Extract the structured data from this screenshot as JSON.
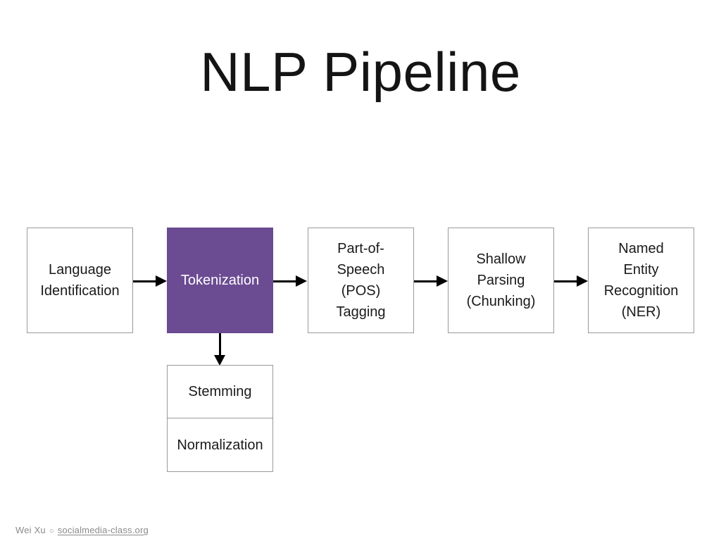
{
  "slide": {
    "title": "NLP Pipeline",
    "background_color": "#ffffff",
    "highlight_color": "#6b4b92",
    "box_border_color": "#9a9a9a",
    "arrow_color": "#000000"
  },
  "diagram": {
    "type": "flow-pipeline",
    "stages": [
      {
        "id": "language-identification",
        "label": "Language\nIdentification",
        "highlighted": false
      },
      {
        "id": "tokenization",
        "label": "Tokenization",
        "highlighted": true
      },
      {
        "id": "pos-tagging",
        "label": "Part-of-\nSpeech\n(POS)\nTagging",
        "highlighted": false
      },
      {
        "id": "shallow-parsing",
        "label": "Shallow\nParsing\n(Chunking)",
        "highlighted": false
      },
      {
        "id": "ner",
        "label": "Named\nEntity\nRecognition\n(NER)",
        "highlighted": false
      }
    ],
    "substages": {
      "parent": "tokenization",
      "items": [
        {
          "id": "stemming",
          "label": "Stemming"
        },
        {
          "id": "normalization",
          "label": "Normalization"
        }
      ]
    },
    "connector_count": 4
  },
  "footer": {
    "author": "Wei Xu",
    "separator": "○",
    "site": "socialmedia-class.org"
  }
}
